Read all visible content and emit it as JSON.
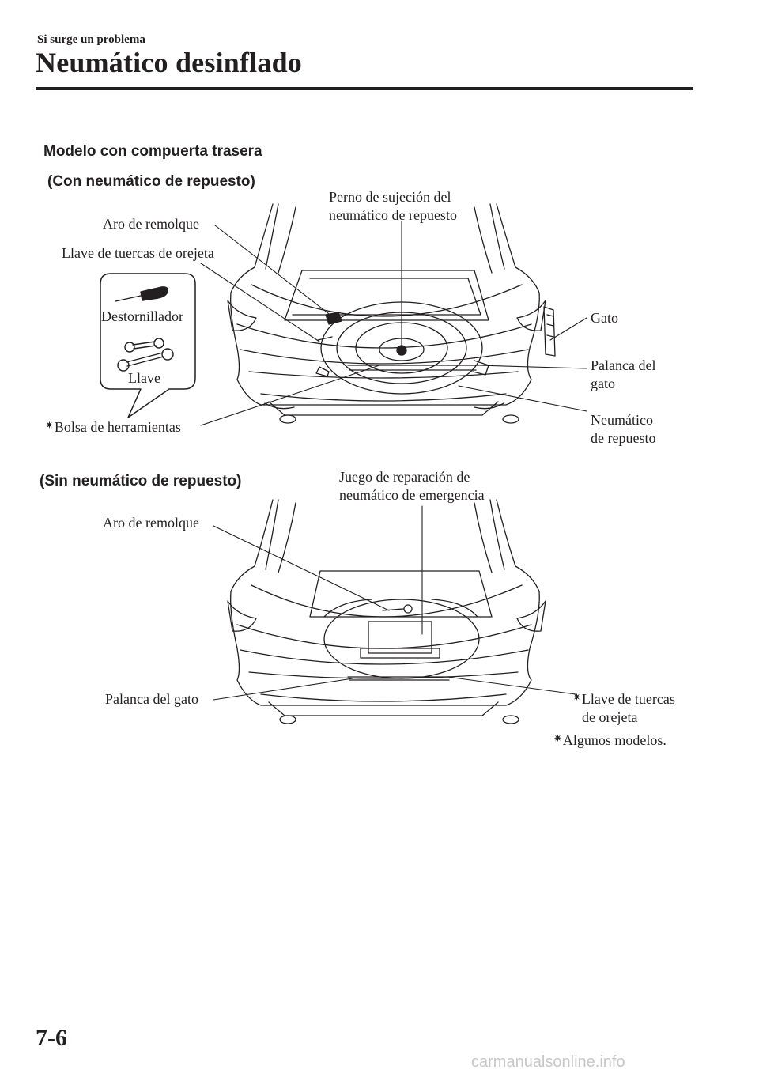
{
  "header": {
    "section": "Si surge un problema",
    "title": "Neumático desinflado"
  },
  "model_heading": "Modelo con compuerta trasera",
  "diagram_top": {
    "subtitle": "(Con neumático de repuesto)",
    "labels": {
      "tow_hook": "Aro de remolque",
      "lug_wrench": "Llave de tuercas de orejeta",
      "screwdriver": "Destornillador",
      "wrench": "Llave",
      "tool_bag": "Bolsa de herramientas",
      "spare_bolt_1": "Perno de sujeción del",
      "spare_bolt_2": "neumático de repuesto",
      "jack": "Gato",
      "jack_handle_1": "Palanca del",
      "jack_handle_2": "gato",
      "spare_tire_1": "Neumático",
      "spare_tire_2": "de repuesto"
    }
  },
  "diagram_bottom": {
    "subtitle": "(Sin neumático de repuesto)",
    "labels": {
      "repair_kit_1": "Juego de reparación de",
      "repair_kit_2": "neumático de emergencia",
      "tow_hook": "Aro de remolque",
      "jack_handle": "Palanca del gato",
      "lug_wrench_1": "Llave de tuercas",
      "lug_wrench_2": "de orejeta"
    }
  },
  "footnote": "Algunos modelos.",
  "star_symbol": "✷",
  "page_number": "7-6",
  "watermark": "carmanualsonline.info"
}
